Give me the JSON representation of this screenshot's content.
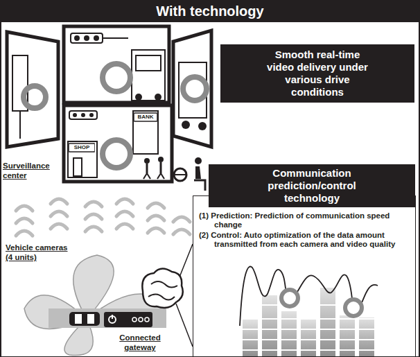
{
  "diagram": {
    "title": "With technology",
    "nodes": [
      {
        "text": [
          "Smooth real-time video delivery under various drive conditions"
        ]
      },
      {
        "text": [
          "Communication prediction/control technology",
          "(1) Prediction: Prediction of communication speed change",
          "(2) Control: Auto optimization of the data amount transmitted from each camera and video quality"
        ]
      }
    ],
    "labels": [
      "Surveillance center",
      "Vehicle cameras (4 units)",
      "Connected gateway",
      "SHOP",
      "BANK"
    ]
  }
}
